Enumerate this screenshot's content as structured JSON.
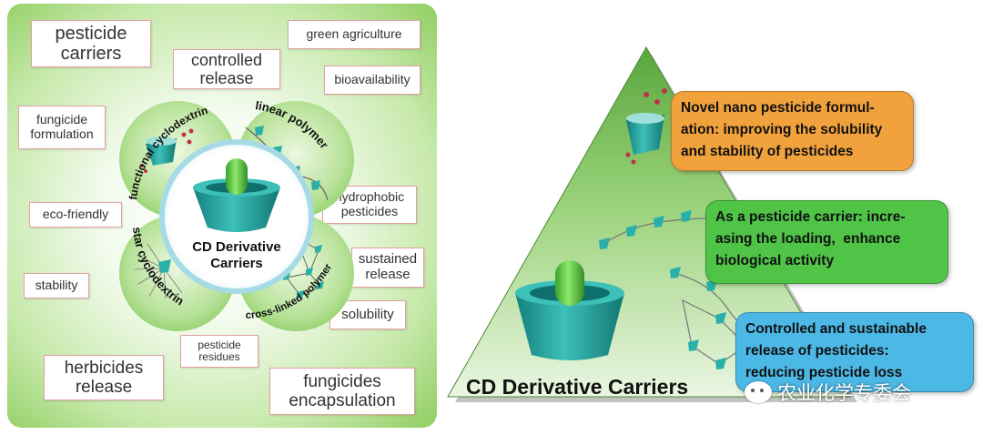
{
  "left_panel": {
    "tags": [
      {
        "text": "pesticide\ncarriers"
      },
      {
        "text": "controlled\nrelease"
      },
      {
        "text": "green agriculture"
      },
      {
        "text": "bioavailability"
      },
      {
        "text": "fungicide\nformulation"
      },
      {
        "text": "hydrophobic\npesticides"
      },
      {
        "text": "eco-friendly"
      },
      {
        "text": "sustained\nrelease"
      },
      {
        "text": "stability"
      },
      {
        "text": "solubility"
      },
      {
        "text": "pesticide\nresidues"
      },
      {
        "text": "herbicides\nrelease"
      },
      {
        "text": "fungicides\nencapsulation"
      }
    ],
    "ring_labels": {
      "functional": "functional cyclodextrin",
      "linear": "linear polymer",
      "star": "star cyclodextrin",
      "crosslinked": "cross-linked polymer"
    },
    "center_title": "CD Derivative\nCarriers"
  },
  "right_panel": {
    "bubbles": [
      {
        "text": "Novel nano pesticide formul-\nation: improving the solubility\nand stability of pesticides"
      },
      {
        "text": "As a pesticide carrier: incre-\nasing the loading,  enhance\nbiological activity"
      },
      {
        "text": "Controlled and sustainable\nrelease of pesticides:\nreducing pesticide loss"
      }
    ],
    "title": "CD Derivative Carriers",
    "watermark": "农业化学专委会"
  },
  "colors": {
    "panel_green": "#8fcd60",
    "cup_teal": "#2aa5a0",
    "capsule_green": "#6cd24c",
    "orange": "#f2a23c",
    "green": "#4fc447",
    "blue": "#4cb8e6"
  }
}
